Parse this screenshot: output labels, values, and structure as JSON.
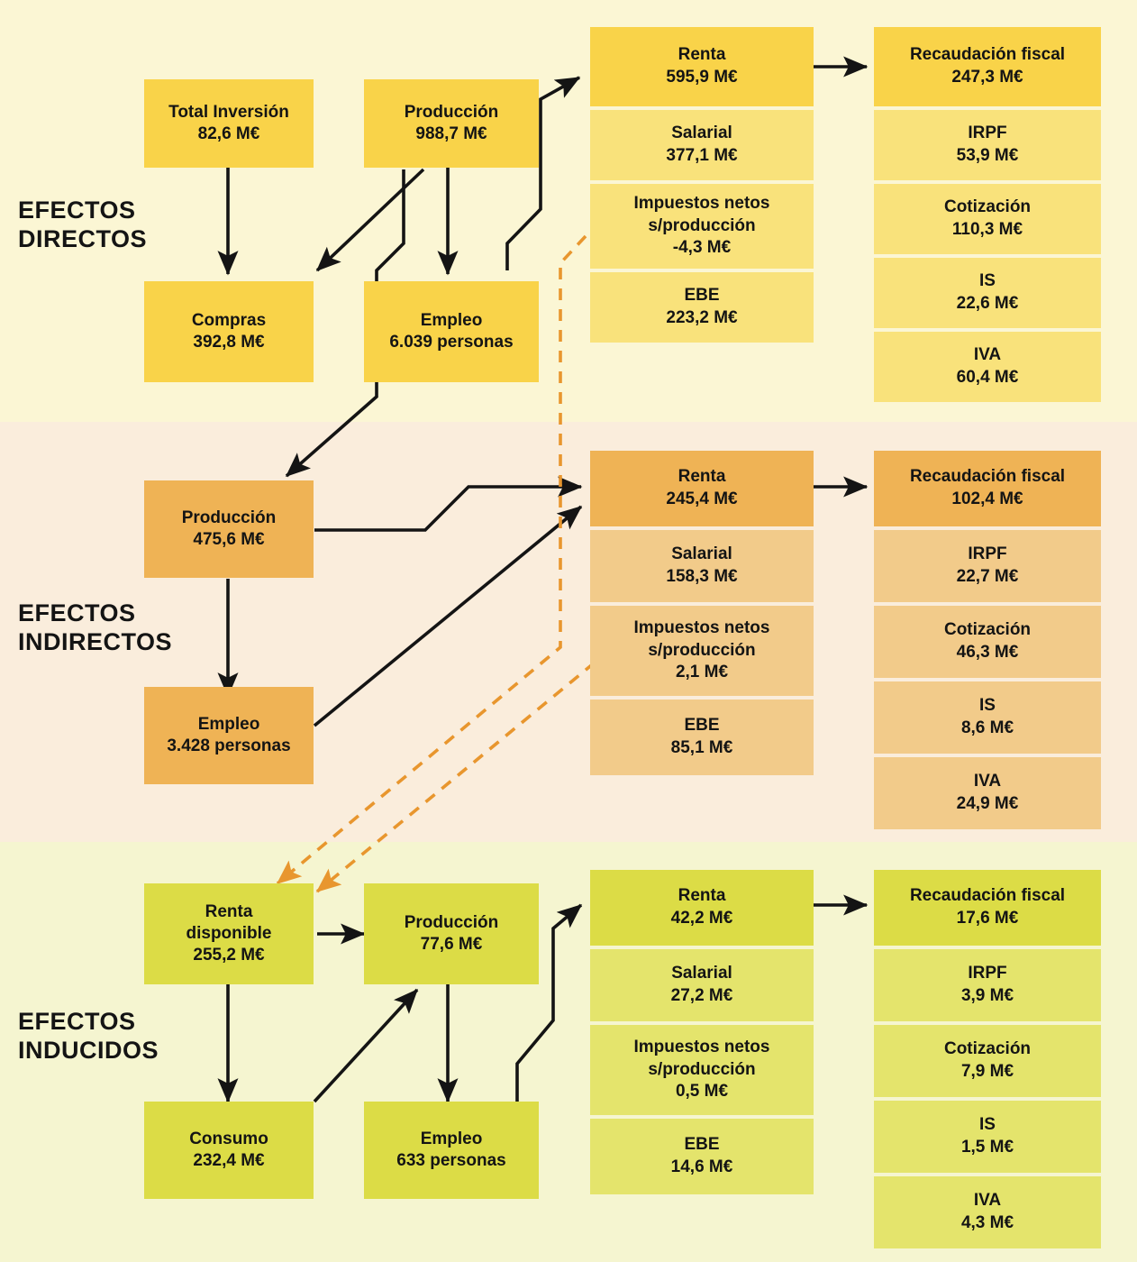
{
  "sections": [
    {
      "id": "direct",
      "title": "EFECTOS\nDIRECTOS",
      "nodes": {
        "inversion": {
          "label": "Total Inversión",
          "value": "82,6 M€"
        },
        "produccion": {
          "label": "Producción",
          "value": "988,7 M€"
        },
        "compras": {
          "label": "Compras",
          "value": "392,8 M€"
        },
        "empleo": {
          "label": "Empleo",
          "value": "6.039 personas"
        }
      },
      "renta_column": [
        {
          "label": "Renta",
          "value": "595,9 M€"
        },
        {
          "label": "Salarial",
          "value": "377,1 M€"
        },
        {
          "label": "Impuestos netos\ns/producción",
          "value": "-4,3 M€"
        },
        {
          "label": "EBE",
          "value": "223,2 M€"
        }
      ],
      "fiscal_column": [
        {
          "label": "Recaudación fiscal",
          "value": "247,3 M€"
        },
        {
          "label": "IRPF",
          "value": "53,9 M€"
        },
        {
          "label": "Cotización",
          "value": "110,3 M€"
        },
        {
          "label": "IS",
          "value": "22,6 M€"
        },
        {
          "label": "IVA",
          "value": "60,4 M€"
        }
      ]
    },
    {
      "id": "indirect",
      "title": "EFECTOS\nINDIRECTOS",
      "nodes": {
        "produccion": {
          "label": "Producción",
          "value": "475,6 M€"
        },
        "empleo": {
          "label": "Empleo",
          "value": "3.428 personas"
        }
      },
      "renta_column": [
        {
          "label": "Renta",
          "value": "245,4 M€"
        },
        {
          "label": "Salarial",
          "value": "158,3 M€"
        },
        {
          "label": "Impuestos netos\ns/producción",
          "value": "2,1 M€"
        },
        {
          "label": "EBE",
          "value": "85,1 M€"
        }
      ],
      "fiscal_column": [
        {
          "label": "Recaudación fiscal",
          "value": "102,4 M€"
        },
        {
          "label": "IRPF",
          "value": "22,7 M€"
        },
        {
          "label": "Cotización",
          "value": "46,3 M€"
        },
        {
          "label": "IS",
          "value": "8,6 M€"
        },
        {
          "label": "IVA",
          "value": "24,9 M€"
        }
      ]
    },
    {
      "id": "induced",
      "title": "EFECTOS\nINDUCIDOS",
      "nodes": {
        "renta_disponible": {
          "label": "Renta\ndisponible",
          "value": "255,2 M€"
        },
        "produccion": {
          "label": "Producción",
          "value": "77,6 M€"
        },
        "consumo": {
          "label": "Consumo",
          "value": "232,4 M€"
        },
        "empleo": {
          "label": "Empleo",
          "value": "633 personas"
        }
      },
      "renta_column": [
        {
          "label": "Renta",
          "value": "42,2 M€"
        },
        {
          "label": "Salarial",
          "value": "27,2 M€"
        },
        {
          "label": "Impuestos netos\ns/producción",
          "value": "0,5 M€"
        },
        {
          "label": "EBE",
          "value": "14,6 M€"
        }
      ],
      "fiscal_column": [
        {
          "label": "Recaudación fiscal",
          "value": "17,6 M€"
        },
        {
          "label": "IRPF",
          "value": "3,9 M€"
        },
        {
          "label": "Cotización",
          "value": "7,9 M€"
        },
        {
          "label": "IS",
          "value": "1,5 M€"
        },
        {
          "label": "IVA",
          "value": "4,3 M€"
        }
      ]
    }
  ],
  "colors": {
    "band_direct": "#FBF6D4",
    "band_indirect": "#FAEDDC",
    "band_induced": "#F5F5D0",
    "direct_main": "#F9D349",
    "direct_body": "#F9E27B",
    "indirect_main": "#EFB355",
    "indirect_body": "#F2CB8A",
    "induced_main": "#DCDC46",
    "induced_body": "#E4E46C",
    "arrow_solid": "#141414",
    "arrow_dashed": "#E8962E"
  }
}
